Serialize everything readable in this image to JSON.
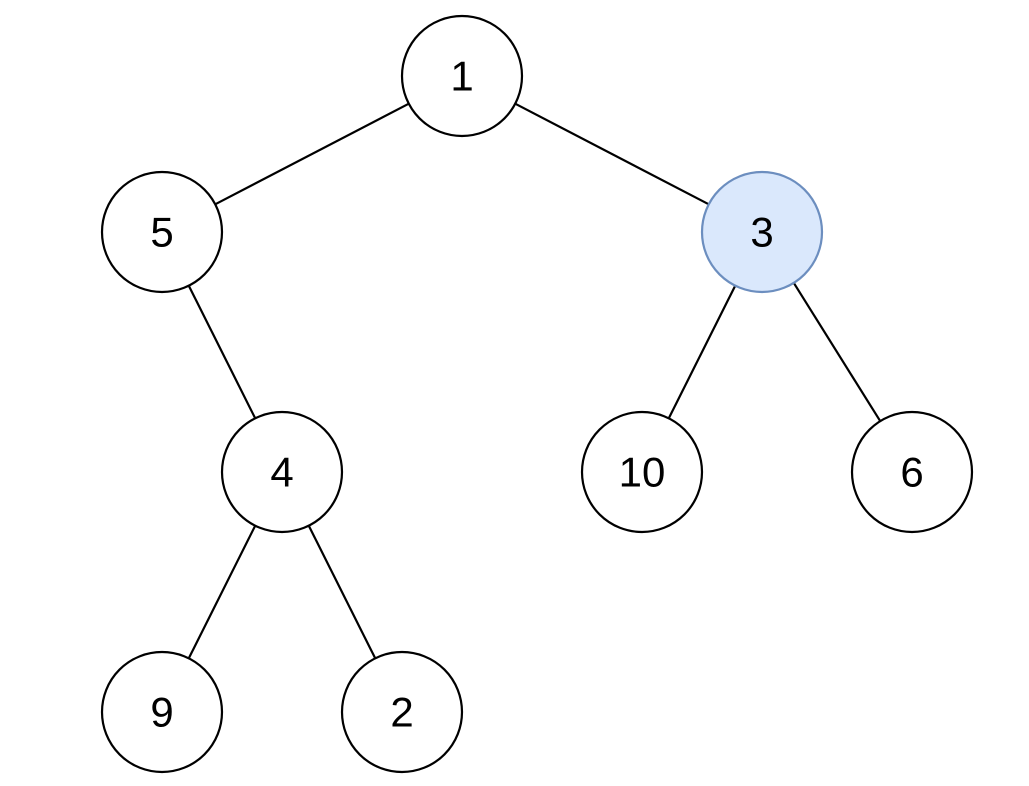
{
  "diagram": {
    "type": "binary-tree",
    "nodes": [
      {
        "id": "n1",
        "label": "1",
        "highlighted": false
      },
      {
        "id": "n5",
        "label": "5",
        "highlighted": false
      },
      {
        "id": "n3",
        "label": "3",
        "highlighted": true
      },
      {
        "id": "n4",
        "label": "4",
        "highlighted": false
      },
      {
        "id": "n10",
        "label": "10",
        "highlighted": false
      },
      {
        "id": "n6",
        "label": "6",
        "highlighted": false
      },
      {
        "id": "n9",
        "label": "9",
        "highlighted": false
      },
      {
        "id": "n2",
        "label": "2",
        "highlighted": false
      }
    ],
    "edges": [
      {
        "from": "n1",
        "to": "n5"
      },
      {
        "from": "n1",
        "to": "n3"
      },
      {
        "from": "n5",
        "to": "n4"
      },
      {
        "from": "n3",
        "to": "n10"
      },
      {
        "from": "n3",
        "to": "n6"
      },
      {
        "from": "n4",
        "to": "n9"
      },
      {
        "from": "n4",
        "to": "n2"
      }
    ]
  },
  "colors": {
    "node_fill": "#ffffff",
    "node_stroke": "#000000",
    "highlight_fill": "#dae8fc",
    "highlight_stroke": "#6c8ebf",
    "edge": "#000000",
    "text": "#000000"
  }
}
